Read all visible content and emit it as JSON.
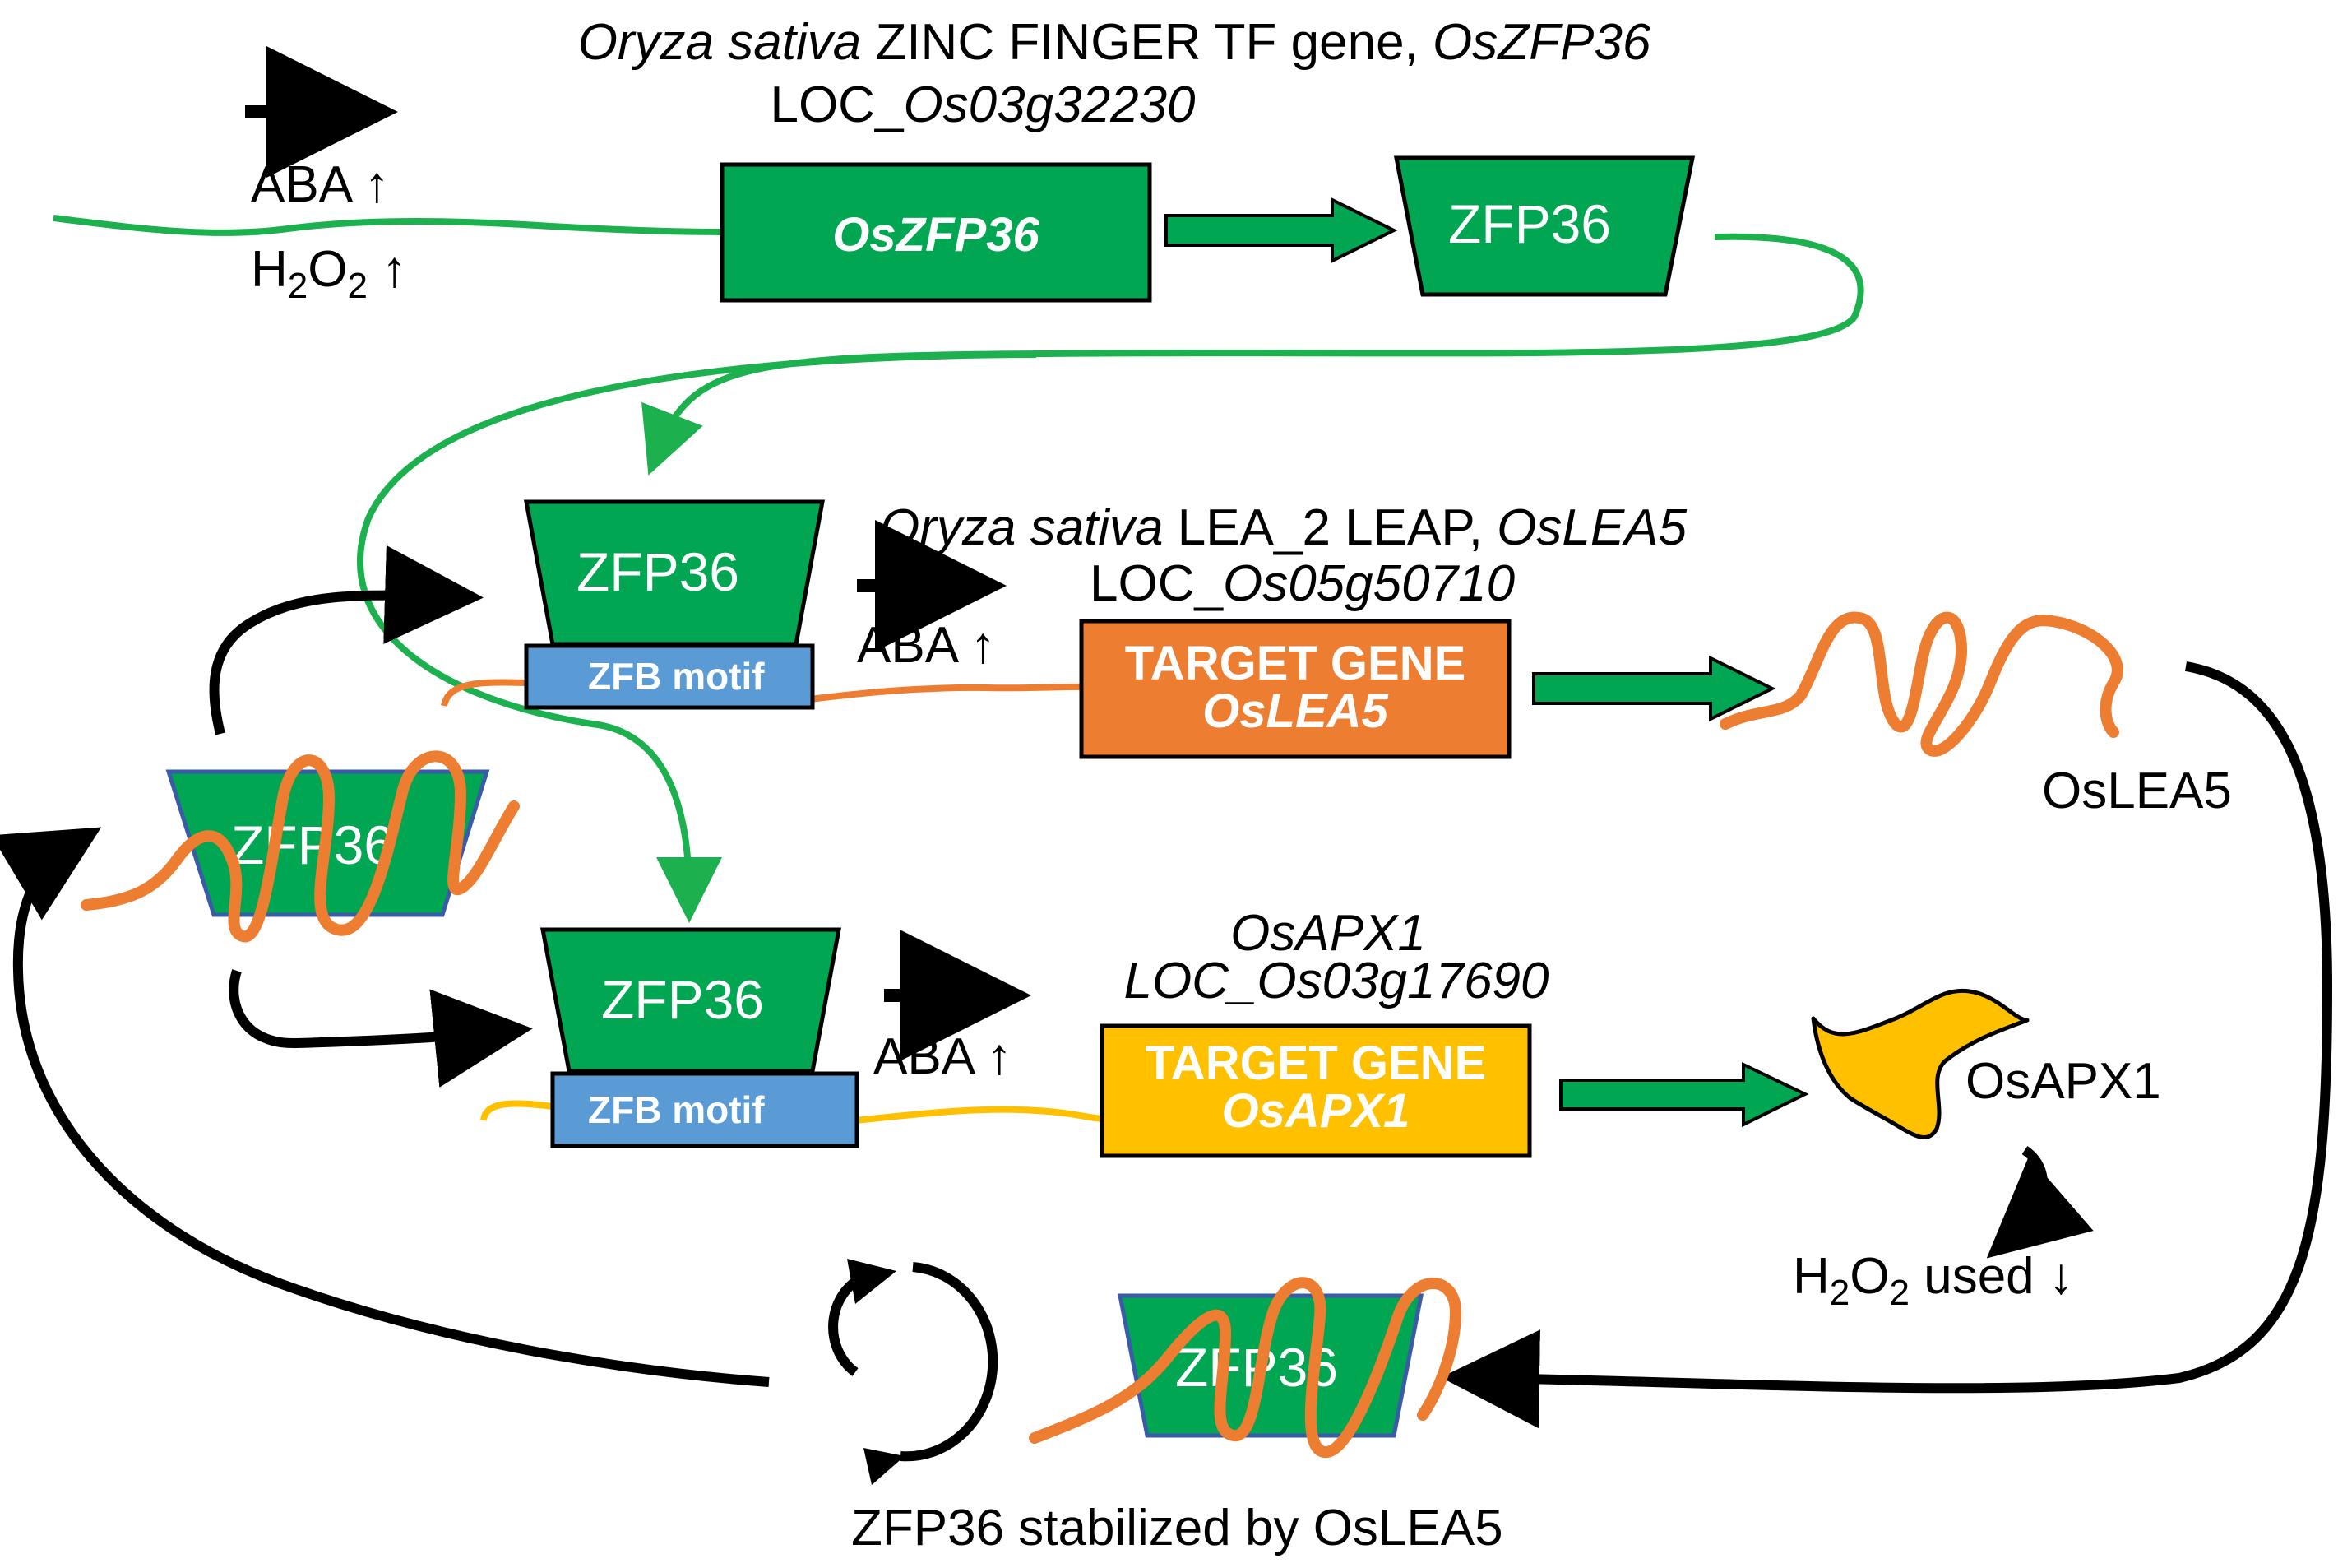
{
  "title": {
    "gene1_species": "Oryza sativa",
    "gene1_desc": " ZINC FINGER TF gene, ",
    "gene1_name": "OsZFP36",
    "gene1_loc_prefix": "LOC_",
    "gene1_loc": "Os03g32230"
  },
  "top": {
    "aba": "ABA ↑",
    "h2o2_h": "H",
    "h2o2_2a": "2",
    "h2o2_o": "O",
    "h2o2_2b": "2",
    "h2o2_arrow": " ↑",
    "gene_box": "OsZFP36",
    "protein": "ZFP36"
  },
  "lea": {
    "species": "Oryza sativa",
    "desc": " LEA_2 LEAP, ",
    "name": "OsLEA5",
    "loc_prefix": "LOC_",
    "loc": "Os05g50710",
    "aba": "ABA ↑",
    "protein": "ZFP36",
    "motif": "ZFB  motif",
    "target_line1": "TARGET GENE",
    "target_line2": "OsLEA5",
    "product": "OsLEA5"
  },
  "apx": {
    "name": "OsAPX1",
    "loc": "LOC_Os03g17690",
    "aba": "ABA ↑",
    "protein": "ZFP36",
    "motif": "ZFB  motif",
    "target_line1": "TARGET GENE",
    "target_line2": "OsAPX1",
    "product": "OsAPX1",
    "h2o2_h": "H",
    "h2o2_2a": "2",
    "h2o2_o": "O",
    "h2o2_2b": "2",
    "h2o2_used": " used ↓"
  },
  "complex": {
    "left_protein": "ZFP36",
    "bottom_protein": "ZFP36",
    "caption": "ZFP36 stabilized by OsLEA5"
  },
  "colors": {
    "green": "#00A651",
    "green_line": "#1DB04E",
    "orange": "#ED7D31",
    "gold": "#FFC000",
    "blue": "#5B9BD5",
    "black": "#000000"
  },
  "icons": {
    "arrows": "black-arrow-icon",
    "translation": "green-block-arrow-icon",
    "cycle": "circular-arrows-icon"
  }
}
